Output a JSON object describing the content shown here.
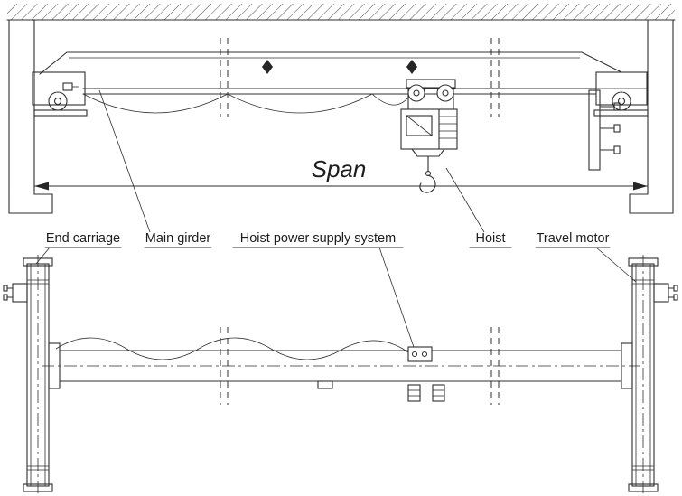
{
  "dimensions": {
    "span": "Span"
  },
  "labels": {
    "end_carriage": "End carriage",
    "main_girder": "Main girder",
    "hoist_power_supply": "Hoist power supply system",
    "hoist": "Hoist",
    "travel_motor": "Travel motor"
  },
  "colors": {
    "line": "#2f2f2f",
    "background": "#ffffff"
  }
}
